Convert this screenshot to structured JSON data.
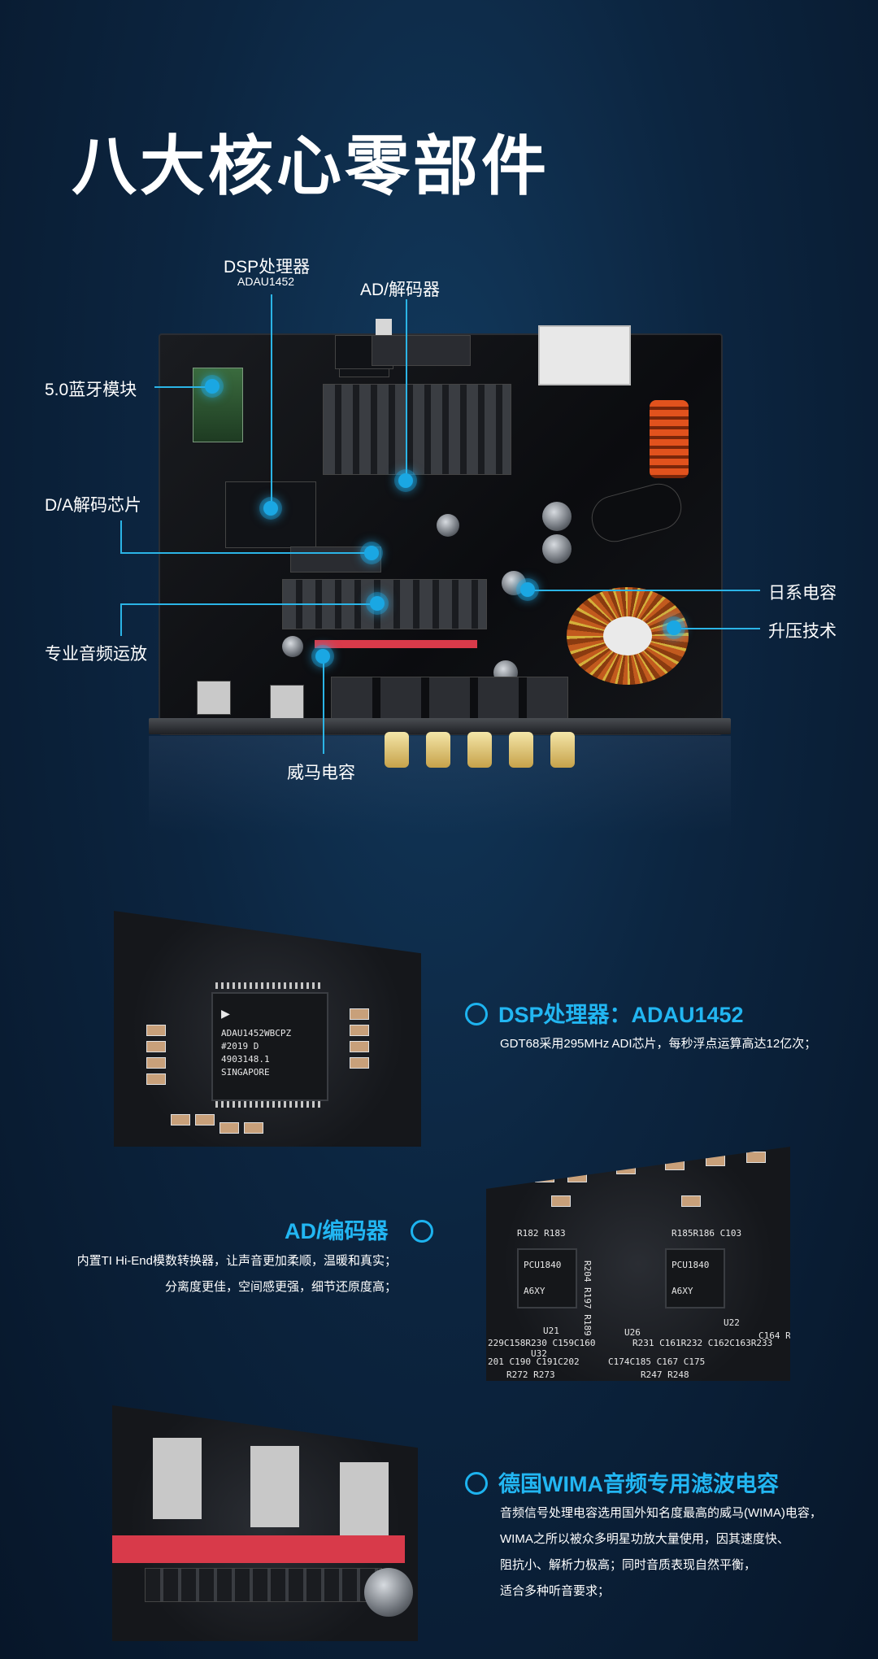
{
  "title": "八大核心零部件",
  "callouts": {
    "dsp": "DSP处理器",
    "dsp_sub": "ADAU1452",
    "ad": "AD/解码器",
    "bt": "5.0蓝牙模块",
    "da": "D/A解码芯片",
    "opamp": "专业音频运放",
    "jp_cap": "日系电容",
    "boost": "升压技术",
    "wima": "威马电容"
  },
  "section1": {
    "heading": "DSP处理器：ADAU1452",
    "desc": "GDT68采用295MHz ADI芯片，每秒浮点运算高达12亿次；",
    "chip_lines": [
      "ADAU1452WBCPZ",
      "#2019  D",
      "4903148.1",
      "SINGAPORE"
    ]
  },
  "section2": {
    "heading": "AD/编码器",
    "desc_lines": [
      "内置TI Hi-End模数转换器，让声音更加柔顺，温暖和真实；",
      "分离度更佳，空间感更强，细节还原度高；"
    ],
    "chip_text": [
      "PCU1840",
      "A6XY"
    ],
    "board_labels": [
      "R182 R183",
      "R185R186 C103",
      "U21",
      "U22",
      "R204 R197 R189",
      "229C158R230 C159C160",
      "R231 C161R232 C162C163R233",
      "201 C190 C191C202",
      "C174C185 C167 C175",
      "R272 R273",
      "R247 R248",
      "U32",
      "U26",
      "C164 R"
    ]
  },
  "section3": {
    "heading": "德国WIMA音频专用滤波电容",
    "desc_lines": [
      "音频信号处理电容选用国外知名度最高的威马(WIMA)电容，",
      "WIMA之所以被众多明星功放大量使用，因其速度快、",
      "阻抗小、解析力极高；同时音质表现自然平衡，",
      "适合多种听音要求；"
    ]
  },
  "colors": {
    "accent": "#22b6f2",
    "bg": "#0c2540"
  }
}
